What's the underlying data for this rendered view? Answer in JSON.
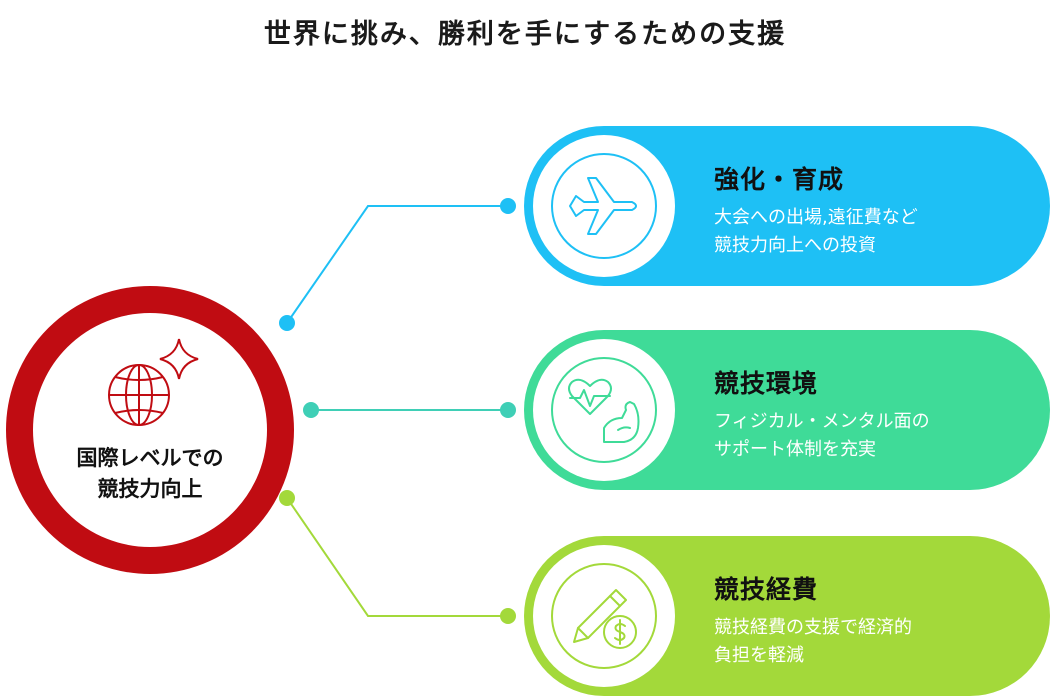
{
  "title": "世界に挑み、勝利を手にするための支援",
  "hub": {
    "label_line1": "国際レベルでの",
    "label_line2": "競技力向上",
    "icon": "globe-sparkle-icon",
    "color": "#c00c12"
  },
  "items": [
    {
      "title": "強化・育成",
      "desc_line1": "大会への出場,遠征費など",
      "desc_line2": "競技力向上への投資",
      "icon": "airplane-icon",
      "color": "#1ec0f5"
    },
    {
      "title": "競技環境",
      "desc_line1": "フィジカル・メンタル面の",
      "desc_line2": "サポート体制を充実",
      "icon": "heart-muscle-icon",
      "color": "#3fdb98"
    },
    {
      "title": "競技経費",
      "desc_line1": "競技経費の支援で経済的",
      "desc_line2": "負担を軽減",
      "icon": "pencil-coin-icon",
      "color": "#a3d93a"
    }
  ]
}
